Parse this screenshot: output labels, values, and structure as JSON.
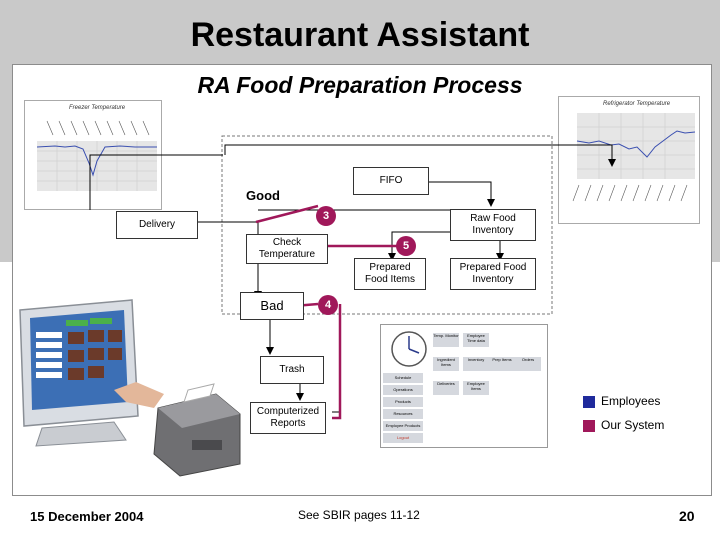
{
  "header": {
    "title": "Restaurant Assistant",
    "subtitle": "RA Food Preparation Process"
  },
  "flow": {
    "delivery": "Delivery",
    "check_temperature": "Check Temperature",
    "good": "Good",
    "bad": "Bad",
    "fifo": "FIFO",
    "raw_food_inventory": "Raw Food Inventory",
    "prepared_food_items": "Prepared Food Items",
    "prepared_food_inventory": "Prepared Food Inventory",
    "trash": "Trash",
    "computerized_reports": "Computerized Reports",
    "step_3": "3",
    "step_5": "5",
    "step_4": "4"
  },
  "charts": {
    "left_title": "Freezer Temperature",
    "right_title": "Refrigerator Temperature"
  },
  "app_menu": {
    "items": [
      "Schedule",
      "Operations",
      "Products",
      "Resources",
      "Employee Products",
      "Logout"
    ],
    "tiles": [
      "Temp. Monitor",
      "Employee Time data",
      "Ingredient Items",
      "Inventory",
      "Prep Items",
      "Orders",
      "Employee Items",
      "Deliveries"
    ]
  },
  "legend": {
    "employees": "Employees",
    "our_system": "Our System",
    "employees_color": "#1f2a9c",
    "our_system_color": "#a0185a"
  },
  "footer": {
    "date": "15 December 2004",
    "reference": "See SBIR pages 11-12",
    "page": "20"
  },
  "colors": {
    "accent": "#a0185a",
    "band": "#c9c9c9"
  }
}
